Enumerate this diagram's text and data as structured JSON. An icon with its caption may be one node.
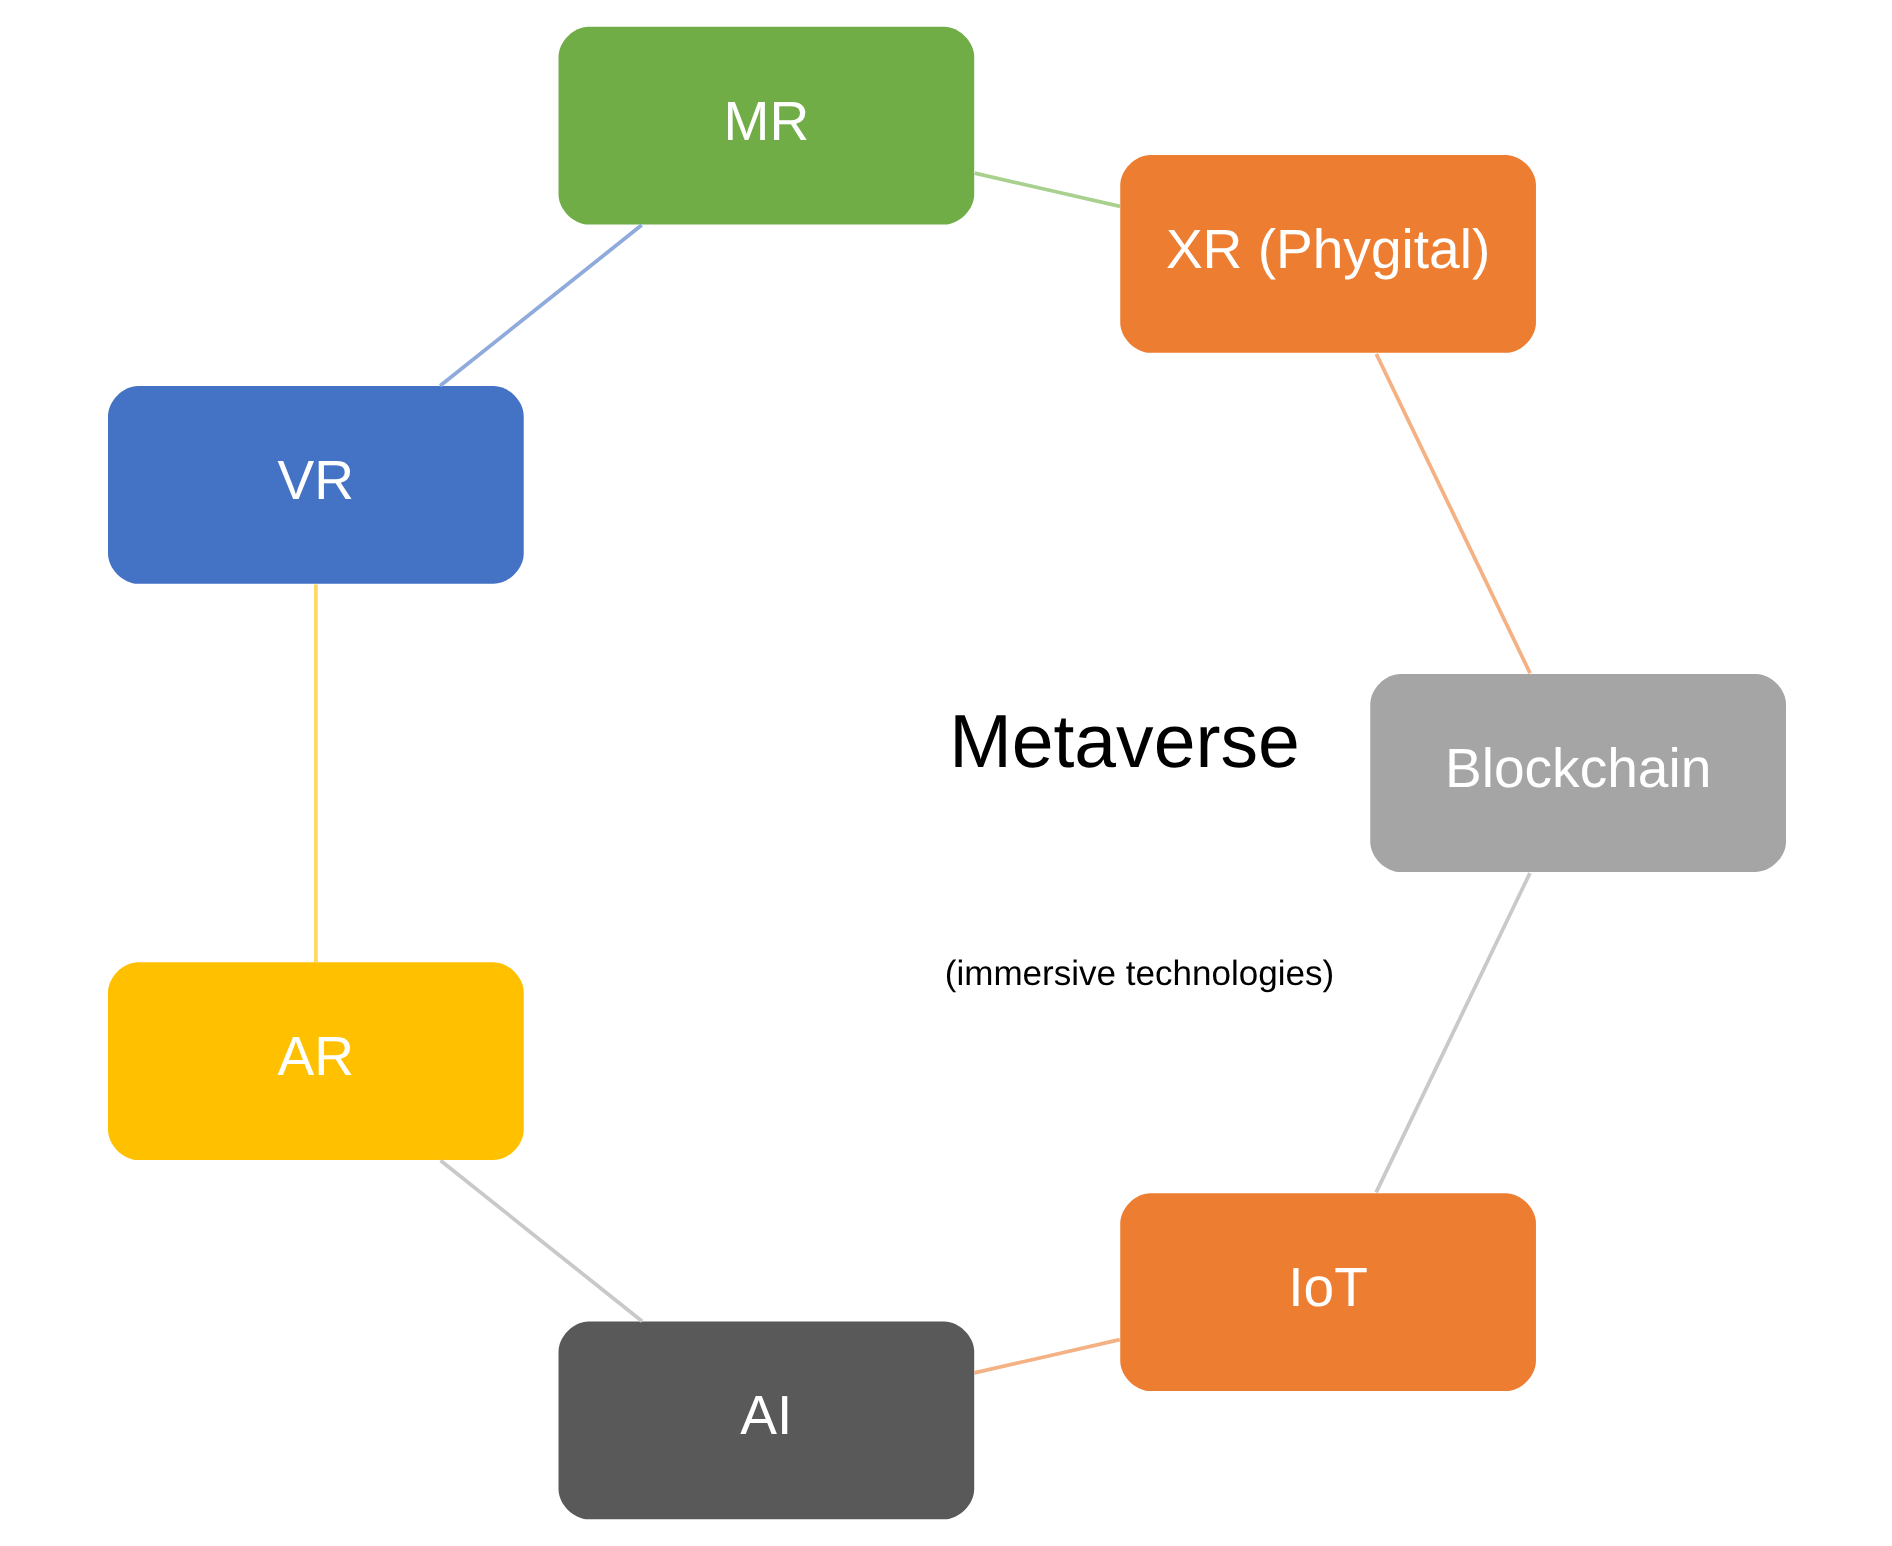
{
  "diagram": {
    "nodes": [
      {
        "text": [
          "IoT"
        ]
      },
      {
        "text": [
          "AI"
        ]
      },
      {
        "text": [
          "AR"
        ]
      },
      {
        "text": [
          "VR"
        ]
      },
      {
        "text": [
          "MR"
        ]
      },
      {
        "text": [
          "XR (Phygital)"
        ]
      },
      {
        "text": [
          "Blockchain"
        ]
      }
    ],
    "edges": [
      {
        "from": 0,
        "to": 1,
        "arrow": "none",
        "color": "#f4b183"
      },
      {
        "from": 1,
        "to": 2,
        "arrow": "none",
        "color": "#c9c9c9"
      },
      {
        "from": 2,
        "to": 3,
        "arrow": "none",
        "color": "#ffd966"
      },
      {
        "from": 3,
        "to": 4,
        "arrow": "none",
        "color": "#8faadc"
      },
      {
        "from": 4,
        "to": 5,
        "arrow": "none",
        "color": "#a9d18e"
      },
      {
        "from": 5,
        "to": 6,
        "arrow": "none",
        "color": "#f4b183"
      },
      {
        "from": 6,
        "to": 0,
        "arrow": "none",
        "color": "#c9c9c9"
      }
    ],
    "labels": [
      "Metaverse",
      "(immersive technologies)"
    ]
  }
}
